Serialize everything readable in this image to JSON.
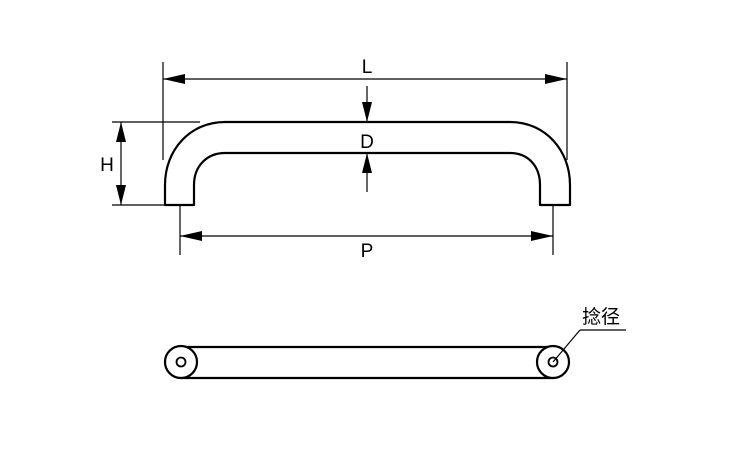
{
  "labels": {
    "L": "L",
    "D": "D",
    "H": "H",
    "P": "P",
    "callout": "捻径"
  }
}
